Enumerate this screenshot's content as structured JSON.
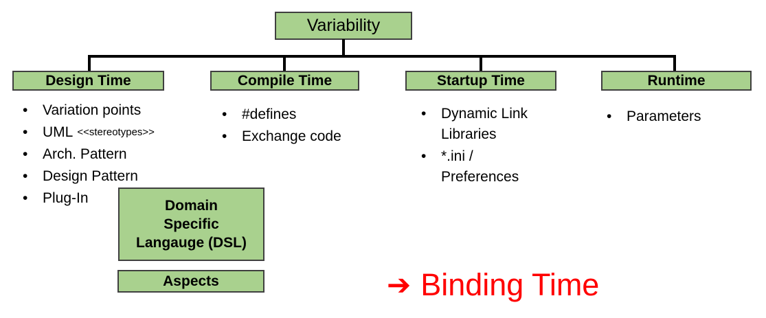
{
  "ui": {
    "bullet": "•"
  },
  "diagram": {
    "root_label": "Variability",
    "branches": [
      {
        "header": "Design Time",
        "items": [
          {
            "text": "Variation points"
          },
          {
            "text": "UML",
            "small": "<<stereotypes>>"
          },
          {
            "text": "Arch. Pattern"
          },
          {
            "text": "Design Pattern"
          },
          {
            "text": "Plug-In"
          }
        ]
      },
      {
        "header": "Compile Time",
        "items": [
          {
            "text": "#defines"
          },
          {
            "text": "Exchange code"
          }
        ]
      },
      {
        "header": "Startup Time",
        "items": [
          {
            "text": "Dynamic Link Libraries"
          },
          {
            "text": "*.ini / Preferences"
          }
        ]
      },
      {
        "header": "Runtime",
        "items": [
          {
            "text": "Parameters"
          }
        ]
      }
    ],
    "dsl_box_lines": [
      "Domain",
      "Specific",
      "Langauge (DSL)"
    ],
    "aspects_box_label": "Aspects",
    "annotation": {
      "arrow": "➔",
      "label": "Binding Time"
    }
  },
  "colors": {
    "box_fill": "#a9d18e",
    "box_border": "#3f3f3f",
    "connector": "#000000",
    "annotation": "#ff0000",
    "text": "#000000"
  }
}
